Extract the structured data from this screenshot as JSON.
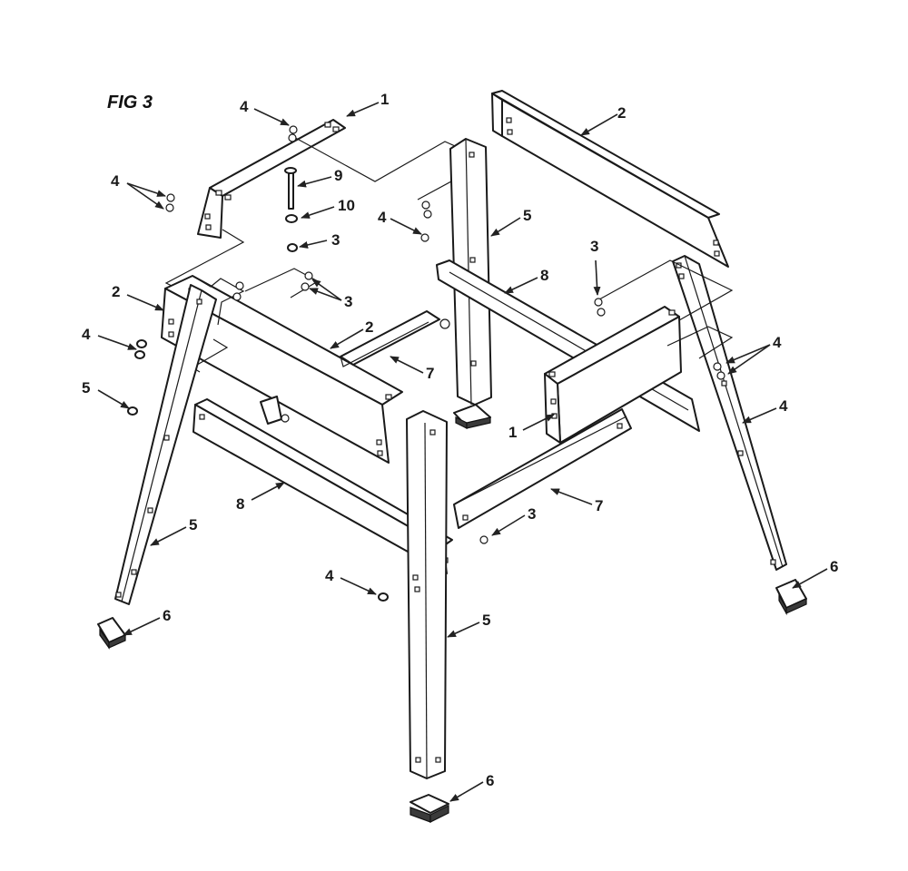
{
  "figure_title": "FIG 3",
  "callouts": [
    {
      "id": "c1",
      "text": "4"
    },
    {
      "id": "c2",
      "text": "1"
    },
    {
      "id": "c3",
      "text": "2"
    },
    {
      "id": "c4",
      "text": "4"
    },
    {
      "id": "c5",
      "text": "9"
    },
    {
      "id": "c6",
      "text": "10"
    },
    {
      "id": "c7",
      "text": "3"
    },
    {
      "id": "c8",
      "text": "4"
    },
    {
      "id": "c9",
      "text": "5"
    },
    {
      "id": "c10",
      "text": "3"
    },
    {
      "id": "c11",
      "text": "2"
    },
    {
      "id": "c12",
      "text": "3"
    },
    {
      "id": "c13",
      "text": "8"
    },
    {
      "id": "c14",
      "text": "4"
    },
    {
      "id": "c15",
      "text": "2"
    },
    {
      "id": "c16",
      "text": "7"
    },
    {
      "id": "c17",
      "text": "4"
    },
    {
      "id": "c18",
      "text": "5"
    },
    {
      "id": "c19",
      "text": "4"
    },
    {
      "id": "c20",
      "text": "1"
    },
    {
      "id": "c21",
      "text": "8"
    },
    {
      "id": "c22",
      "text": "7"
    },
    {
      "id": "c23",
      "text": "3"
    },
    {
      "id": "c24",
      "text": "5"
    },
    {
      "id": "c25",
      "text": "4"
    },
    {
      "id": "c26",
      "text": "6"
    },
    {
      "id": "c27",
      "text": "5"
    },
    {
      "id": "c28",
      "text": "6"
    },
    {
      "id": "c29",
      "text": "6"
    }
  ]
}
